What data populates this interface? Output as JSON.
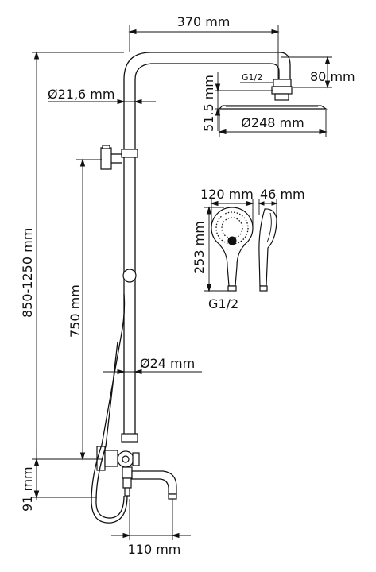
{
  "dimensions": {
    "arm_length": "370 mm",
    "head_height": "80 mm",
    "head_connector": "G1/2",
    "head_thickness": "51.5 mm",
    "head_diameter": "Ø248 mm",
    "pipe_upper_diameter": "Ø21,6 mm",
    "total_height": "850-1250 mm",
    "holder_travel": "750 mm",
    "pipe_lower_diameter": "Ø24 mm",
    "mixer_height": "91 mm",
    "spout_reach": "110 mm",
    "hand_shower_width": "120 mm",
    "hand_shower_depth": "46 mm",
    "hand_shower_length": "253 mm",
    "hand_shower_connector": "G1/2"
  }
}
